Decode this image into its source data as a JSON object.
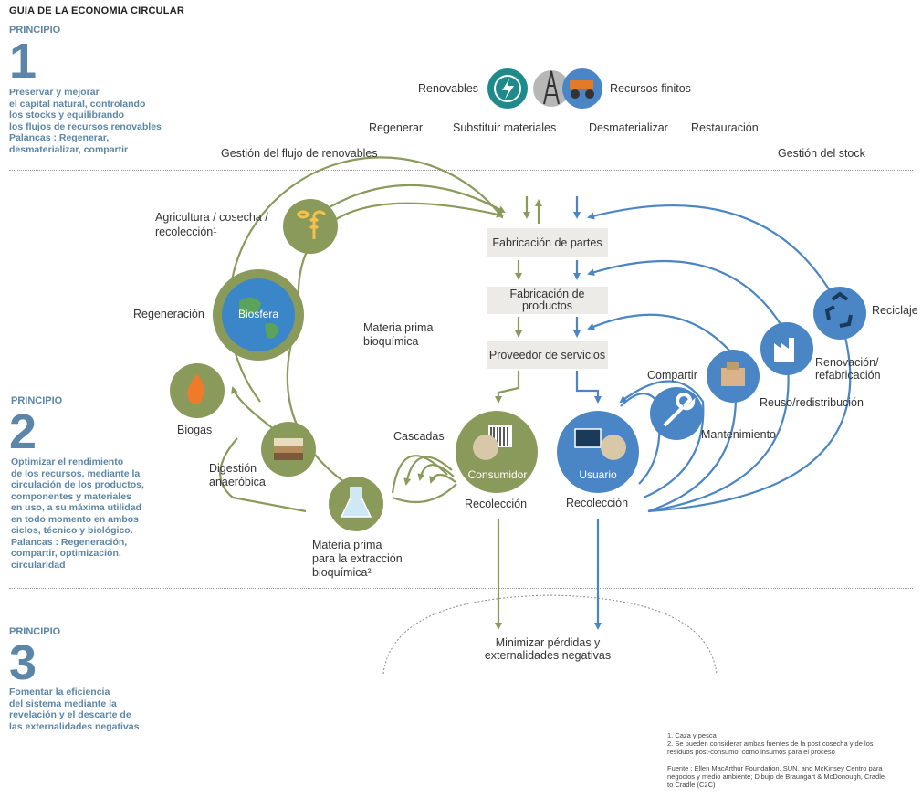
{
  "title": "GUIA DE LA ECONOMIA CIRCULAR",
  "principles": [
    {
      "label": "PRINCIPIO",
      "number": "1",
      "lines": [
        "Preservar y mejorar",
        "el capital natural, controlando",
        "los stocks y equilibrando",
        "los flujos de recursos renovables",
        "Palancas : Regenerar,",
        "desmaterializar, compartir"
      ]
    },
    {
      "label": "PRINCIPIO",
      "number": "2",
      "lines": [
        "Optimizar el rendimiento",
        "de los recursos, mediante la",
        "circulación de los productos,",
        "componentes y materiales",
        "en uso, a su máxima utilidad",
        "en todo momento en ambos",
        "ciclos, técnico y biológico.",
        "Palancas : Regeneración,",
        "compartir, optimización,",
        "circularidad"
      ]
    },
    {
      "label": "PRINCIPIO",
      "number": "3",
      "lines": [
        "Fomentar la eficiencia",
        "del sistema mediante la",
        "revelación y el descarte de",
        "las externalidades negativas"
      ]
    }
  ],
  "top": {
    "renovables": "Renovables",
    "recursos_finitos": "Recursos finitos",
    "regenerar": "Regenerar",
    "substituir": "Substituir materiales",
    "desmaterializar": "Desmaterializar",
    "restauracion": "Restauración",
    "gestion_renovables": "Gestión del flujo de renovables",
    "gestion_stock": "Gestión del stock"
  },
  "bio": {
    "agricultura": [
      "Agricultura / cosecha /",
      "recolección¹"
    ],
    "regeneracion": "Regeneración",
    "biosfera": "Biosfera",
    "biogas": "Biogas",
    "digestion": [
      "Digestión",
      "anaeróbica"
    ],
    "materia_extraccion": [
      "Materia prima",
      "para la extracción",
      "bioquímica²"
    ],
    "materia_bioquimica": [
      "Materia prima",
      "bioquímica"
    ],
    "cascadas": "Cascadas",
    "consumidor": "Consumidor",
    "recoleccion": "Recolección"
  },
  "center": {
    "fab_partes": "Fabricación de partes",
    "fab_productos": [
      "Fabricación de",
      "productos"
    ],
    "proveedor": "Proveedor de servicios",
    "minimizar": [
      "Minimizar pérdidas y",
      "externalidades negativas"
    ]
  },
  "tech": {
    "usuario": "Usuario",
    "recoleccion": "Recolección",
    "mantenimiento": "Mantenimiento",
    "compartir": "Compartir",
    "reuso": "Reuso/redistribución",
    "renovacion": [
      "Renovación/",
      "refabricación"
    ],
    "reciclaje": "Reciclaje"
  },
  "footnotes": [
    "1. Caza y pesca",
    "2. Se pueden considerar ambas fuentes de la post cosecha y de los",
    "residuos post-consumo, como insumos para el proceso",
    "",
    "Fuente : Ellen MacArthur Foundation, SUN, and McKinsey Centro para",
    "negocios y medio ambiente; Dibujo de Braungart & McDonough, Cradle",
    "to Cradle (C2C)"
  ],
  "colors": {
    "green": "#8a9a5b",
    "green_dark": "#6b7a3e",
    "blue": "#4a86c5",
    "teal": "#1f8a8a",
    "principle": "#5b86a8",
    "box": "#ecebe7"
  }
}
